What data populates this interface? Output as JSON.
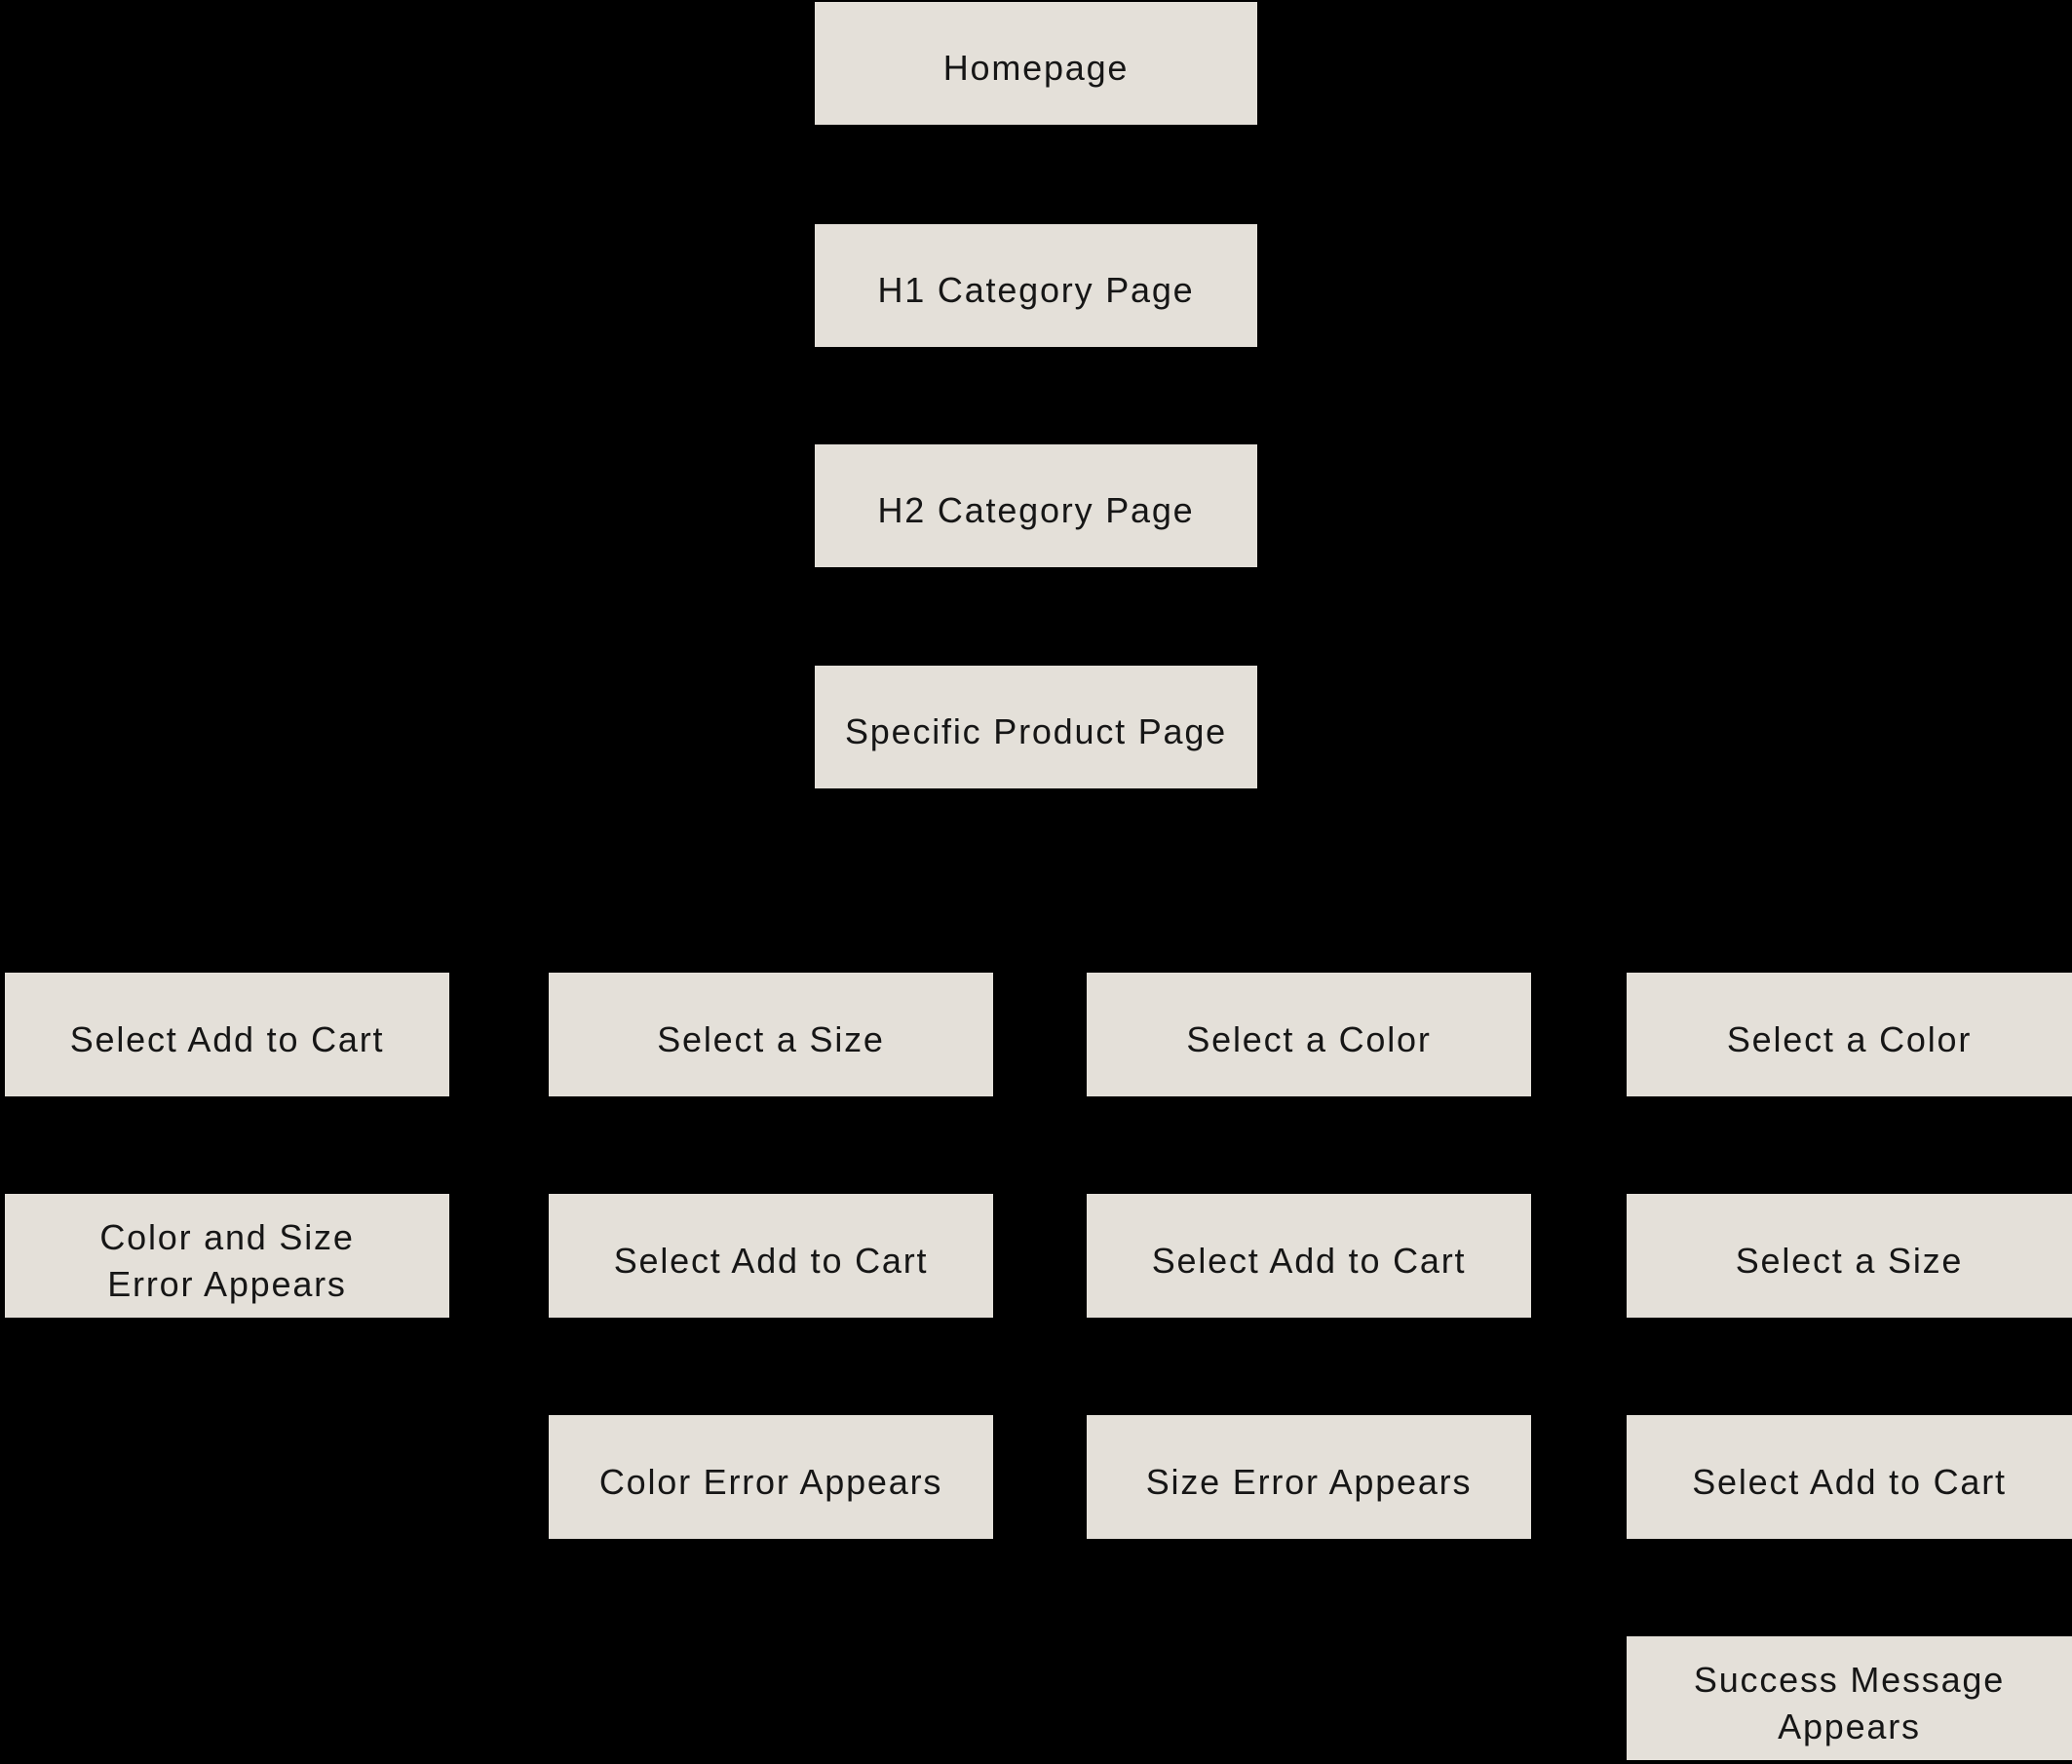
{
  "colors": {
    "background": "#000000",
    "node_fill": "#e4e0d9",
    "node_text": "#161616"
  },
  "flow": {
    "main_path": [
      {
        "id": "homepage",
        "label": "Homepage"
      },
      {
        "id": "h1-category-page",
        "label": "H1 Category Page"
      },
      {
        "id": "h2-category-page",
        "label": "H2 Category Page"
      },
      {
        "id": "specific-product-page",
        "label": "Specific Product Page"
      }
    ],
    "branches": [
      {
        "steps": [
          {
            "label": "Select Add to Cart"
          },
          {
            "label": "Color and Size\nError Appears"
          }
        ]
      },
      {
        "steps": [
          {
            "label": "Select a Size"
          },
          {
            "label": "Select Add to Cart"
          },
          {
            "label": "Color Error Appears"
          }
        ]
      },
      {
        "steps": [
          {
            "label": "Select a Color"
          },
          {
            "label": "Select Add to Cart"
          },
          {
            "label": "Size Error Appears"
          }
        ]
      },
      {
        "steps": [
          {
            "label": "Select a Color"
          },
          {
            "label": "Select a Size"
          },
          {
            "label": "Select Add to Cart"
          },
          {
            "label": "Success Message\nAppears"
          }
        ]
      }
    ]
  }
}
